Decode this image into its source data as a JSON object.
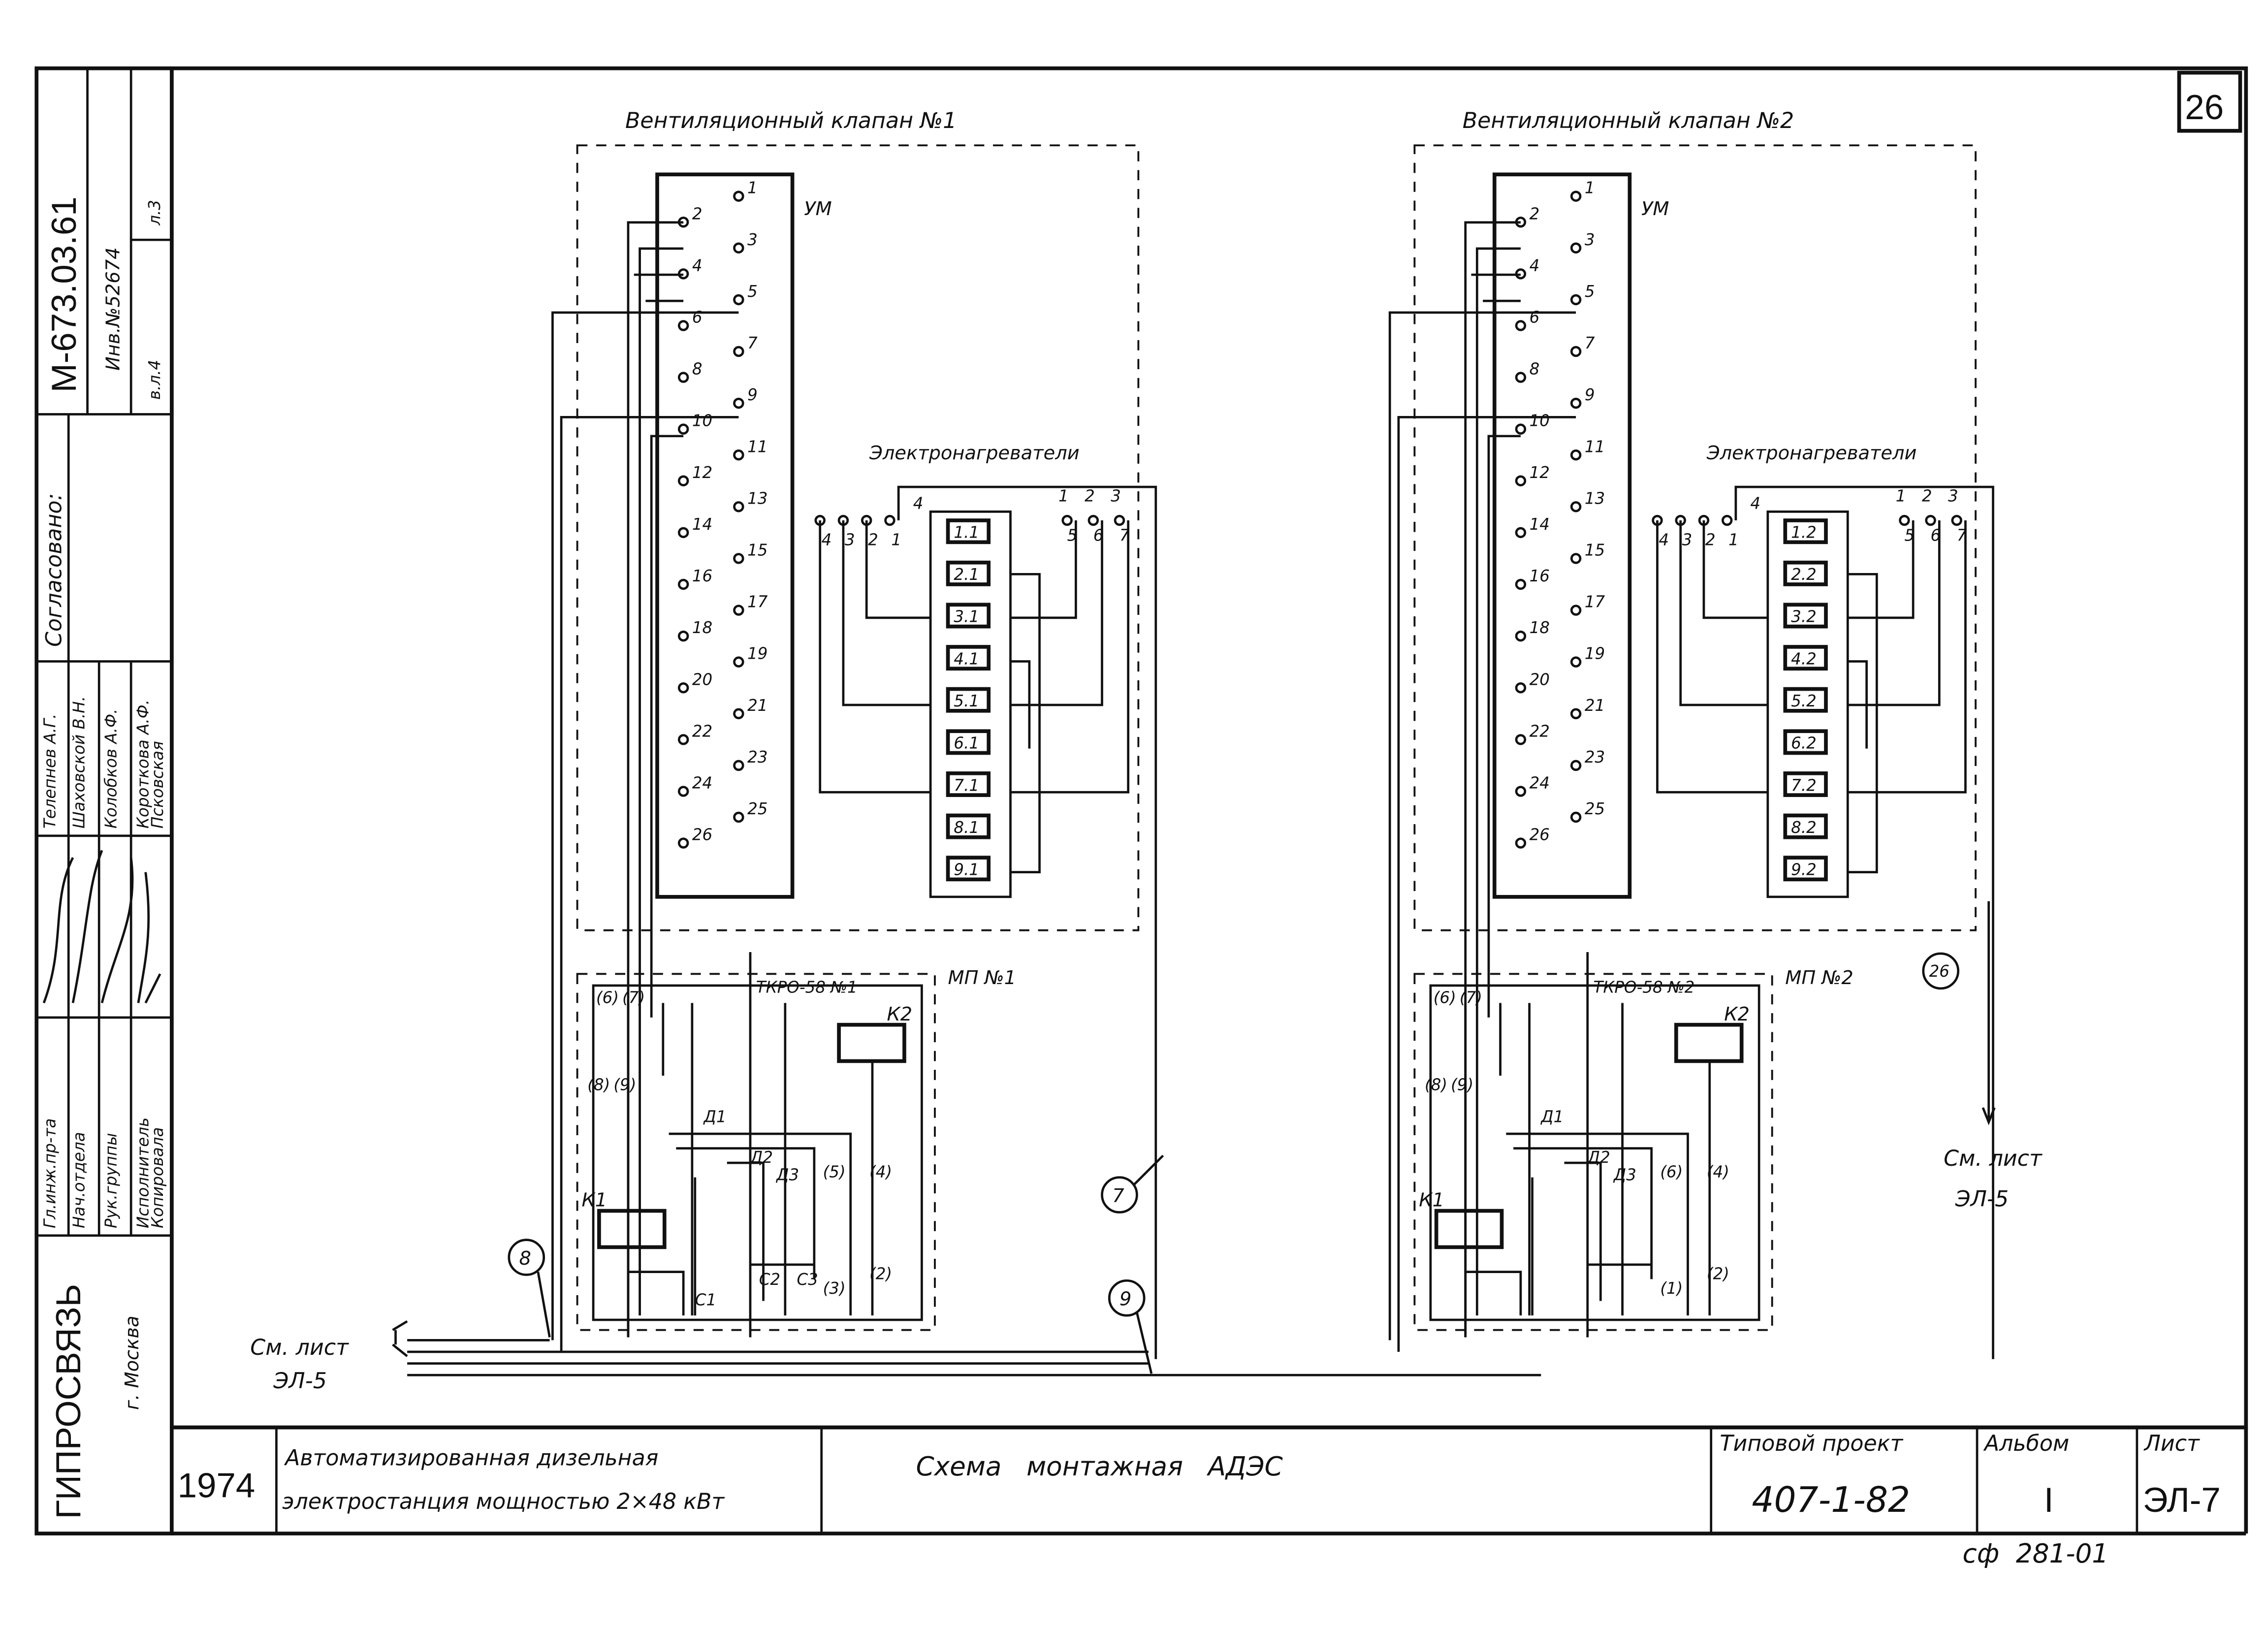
{
  "sheet_number_box": "26",
  "valves": [
    {
      "title": "Вентиляционный клапан №1",
      "terminal_block": "УМ",
      "heaters_title": "Электронагреватели",
      "heater_elements": [
        "1.1",
        "2.1",
        "3.1",
        "4.1",
        "5.1",
        "6.1",
        "7.1",
        "8.1",
        "9.1"
      ],
      "heater_terminals_left": [
        "4",
        "3",
        "2",
        "1"
      ],
      "heater_terminals_right": [
        "1",
        "2",
        "3",
        "5",
        "6",
        "7"
      ],
      "heater_terminal_top": "4",
      "panel": "МП №1",
      "relay_type": "ТКРО-58 №1",
      "contactor_1": "К1",
      "contactor_2": "К2",
      "contact_labels": [
        "(6)",
        "(7)",
        "(8)",
        "(9)",
        "(5)",
        "(4)",
        "(3)",
        "(2)",
        "Д1",
        "Д2",
        "Д3",
        "С1",
        "С2",
        "С3"
      ]
    },
    {
      "title": "Вентиляционный клапан №2",
      "terminal_block": "УМ",
      "heaters_title": "Электронагреватели",
      "heater_elements": [
        "1.2",
        "2.2",
        "3.2",
        "4.2",
        "5.2",
        "6.2",
        "7.2",
        "8.2",
        "9.2"
      ],
      "heater_terminals_left": [
        "4",
        "3",
        "2",
        "1"
      ],
      "heater_terminals_right": [
        "1",
        "2",
        "3",
        "5",
        "6",
        "7"
      ],
      "heater_terminal_top": "4",
      "panel": "МП №2",
      "relay_type": "ТКРО-58 №2",
      "contactor_1": "К1",
      "contactor_2": "К2",
      "contact_labels": [
        "(6)",
        "(7)",
        "(8)",
        "(9)",
        "(6)",
        "(4)",
        "(1)",
        "(2)",
        "Д1",
        "Д2",
        "Д3"
      ]
    }
  ],
  "terminal_numbers": [
    "1",
    "2",
    "3",
    "4",
    "5",
    "6",
    "7",
    "8",
    "9",
    "10",
    "11",
    "12",
    "13",
    "14",
    "15",
    "16",
    "17",
    "18",
    "19",
    "20",
    "21",
    "22",
    "23",
    "24",
    "25",
    "26"
  ],
  "callouts": [
    "7",
    "8",
    "9",
    "26"
  ],
  "references": {
    "left": [
      "См. лист",
      "ЭЛ-5"
    ],
    "right": [
      "См. лист",
      "ЭЛ-5"
    ]
  },
  "title_block": {
    "year": "1974",
    "object_line1": "Автоматизированная дизельная",
    "object_line2": "электростанция мощностью 2×48 кВт",
    "drawing_title": "Схема   монтажная   АДЭС",
    "project_label": "Типовой проект",
    "project_value": "407-1-82",
    "album_label": "Альбом",
    "album_value": "I",
    "sheet_label": "Лист",
    "sheet_value": "ЭЛ-7",
    "footer_code": "сф  281-01"
  },
  "stamp": {
    "drawing_code": "М-673.03.61",
    "inventory": "Инв.№52674",
    "vol": "в.л.4",
    "sheet": "л.3",
    "agreed": "Согласовано:",
    "roles": [
      "Гл.инж.пр-та",
      "Нач.отдела",
      "Рук.группы",
      "Исполнитель",
      "Копировала"
    ],
    "names": [
      "Телепнев А.Г.",
      "Шаховской В.Н.",
      "Колобков А.Ф.",
      "Короткова А.Ф.",
      "Псковская"
    ],
    "organization": "ГИПРОСВЯЗЬ",
    "city": "г. Москва"
  }
}
